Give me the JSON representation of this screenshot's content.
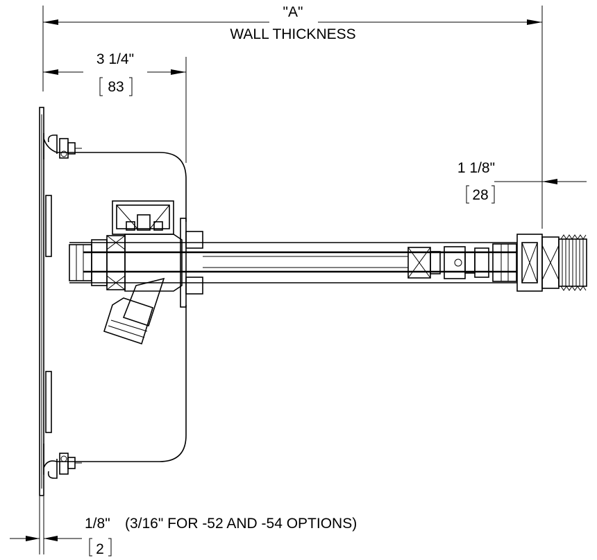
{
  "dimensions": {
    "overall": {
      "value": "\"A\"",
      "caption": "WALL THICKNESS"
    },
    "flange_depth": {
      "imperial": "3 1/4\"",
      "metric": "83"
    },
    "thread_length": {
      "imperial": "1 1/8\"",
      "metric": "28"
    },
    "plate_thickness": {
      "imperial": "1/8\"",
      "note": "(3/16\" FOR -52 AND -54 OPTIONS)",
      "metric": "2"
    }
  },
  "colors": {
    "line": "#000000",
    "background": "#ffffff"
  }
}
